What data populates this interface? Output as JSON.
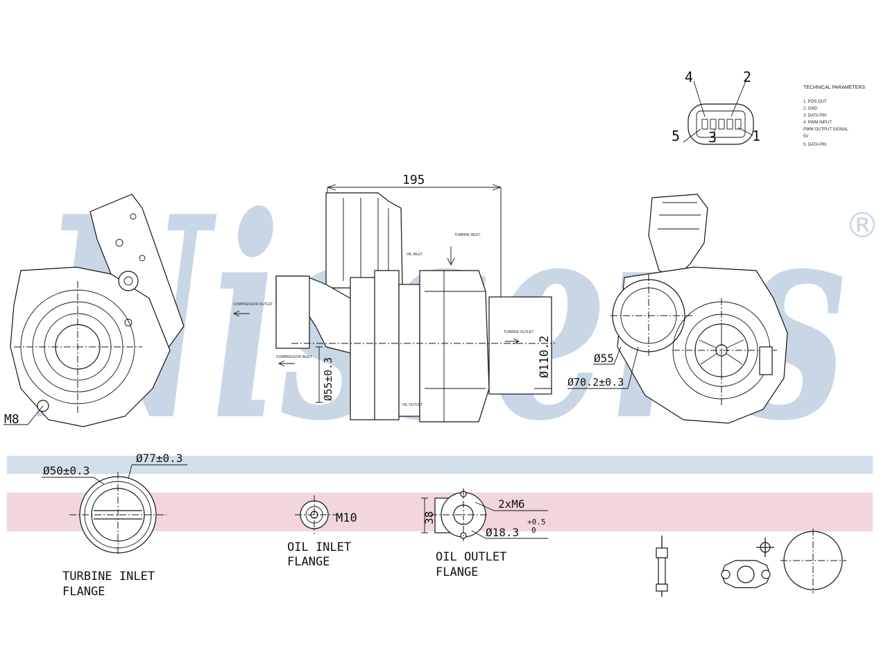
{
  "brand": {
    "watermark": "Nissens",
    "registered_mark": "®",
    "watermark_color": "#c9d6e6",
    "band_blue": "#d3dfea",
    "band_pink": "#f2d6dc"
  },
  "connector": {
    "pins": [
      "4",
      "2",
      "5",
      "3",
      "1"
    ],
    "params_title": "TECHNICAL PARAMETERS",
    "params": [
      "1. POS OUT",
      "2. GND",
      "3. DATA PIN",
      "4. PWM INPUT",
      "   PWM OUTPUT SIGNAL",
      "   5V",
      "5. DATA PIN"
    ]
  },
  "dimensions": {
    "length": "195",
    "turbine_outlet_dia": "Ø110.2",
    "compressor_dia": "Ø55",
    "outlet_flange_dia": "Ø70.2±0.3",
    "oil_inlet_dia": "Ø55±0.3",
    "mount_thread": "M8"
  },
  "callouts": {
    "turbine_inlet": "TURBINE INLET",
    "oil_inlet": "OIL INLET",
    "compressor_outlet": "COMPRESSOR OUTLET",
    "compressor_inlet": "COMPRESSOR INLET",
    "turbine_outlet": "TURBINE OUTLET",
    "oil_outlet": "OIL OUTLET"
  },
  "flanges": {
    "turbine": {
      "dia_inner": "Ø50±0.3",
      "dia_outer": "Ø77±0.3",
      "label_line1": "TURBINE INLET",
      "label_line2": "FLANGE"
    },
    "oil_inlet": {
      "thread": "M10",
      "label_line1": "OIL INLET",
      "label_line2": "FLANGE"
    },
    "oil_outlet": {
      "bolts": "2xM6",
      "height": "38",
      "dia": "Ø18.3",
      "tol_upper": "+0.5",
      "tol_lower": "0",
      "label_line1": "OIL OUTLET",
      "label_line2": "FLANGE"
    }
  },
  "accessories": [
    "oil-feed-pipe-icon",
    "oil-flange-gasket-icon",
    "turbine-inlet-gasket-icon"
  ]
}
